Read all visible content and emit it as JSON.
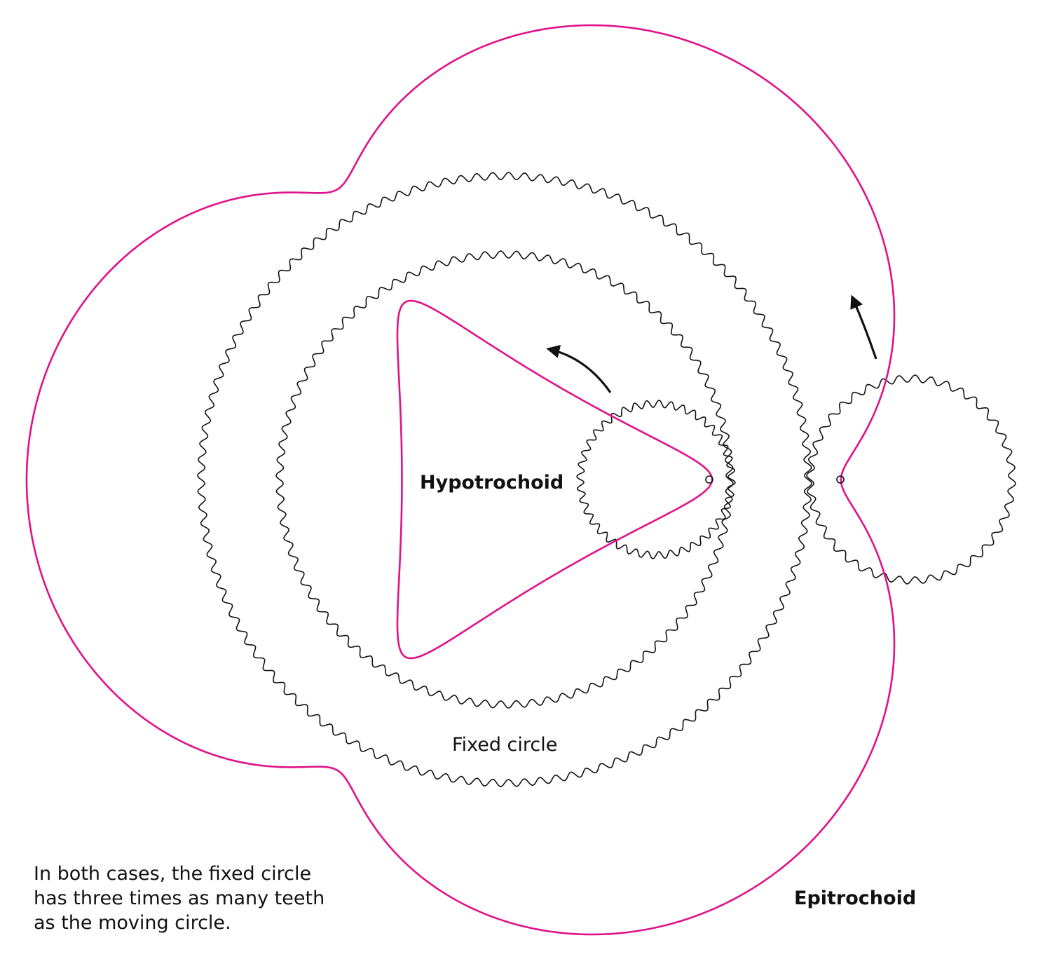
{
  "labels": {
    "hypotrochoid": "Hypotrochoid",
    "epitrochoid": "Epitrochoid",
    "fixed_circle": "Fixed circle"
  },
  "caption": {
    "line1": "In both cases, the fixed circle",
    "line2": "has three times as many teeth",
    "line3": "as the moving circle."
  },
  "diagram": {
    "teeth_ratio": 3,
    "fixed_gear_outer_teeth": 120,
    "fixed_gear_inner_teeth": 90,
    "moving_gear_teeth": 40
  },
  "colors": {
    "curve": "#e0118a",
    "gear": "#111111",
    "background": "#ffffff"
  }
}
